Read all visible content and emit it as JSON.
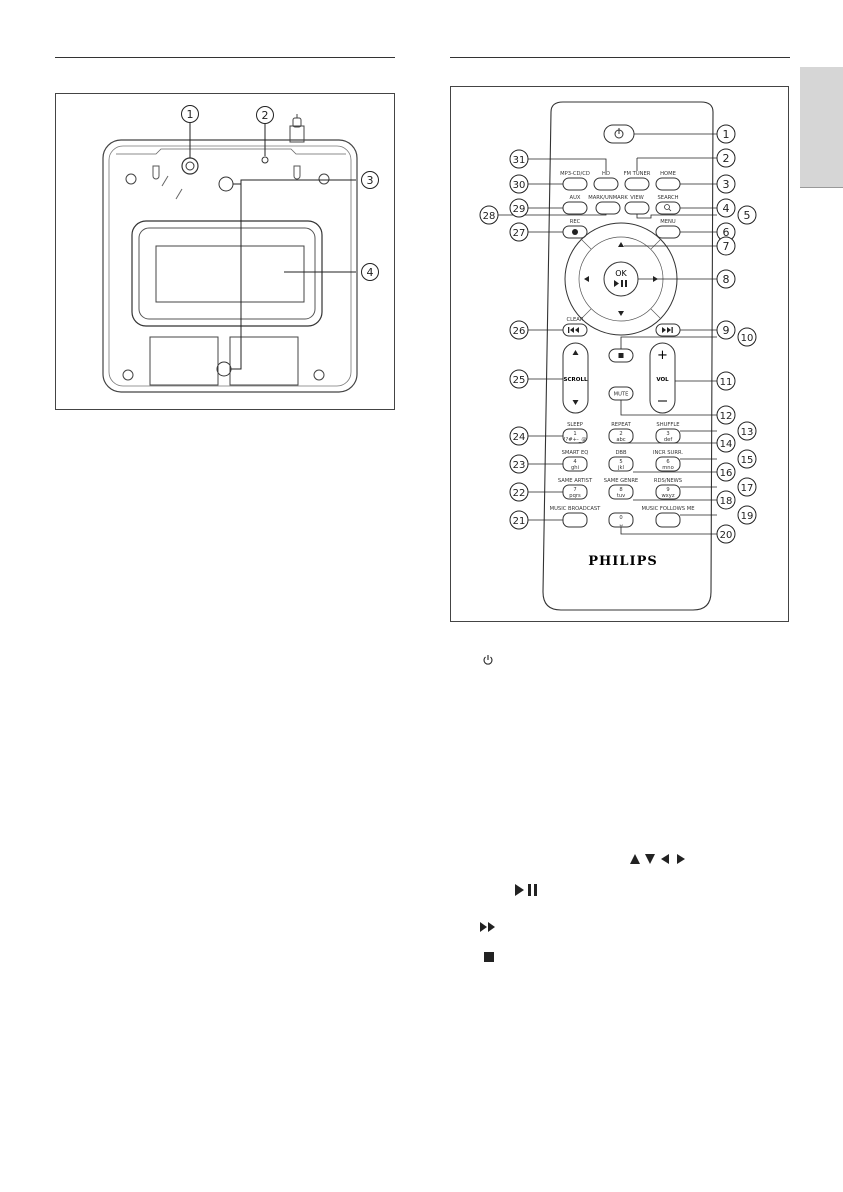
{
  "brand": "PHILIPS",
  "unit_callouts": [
    "1",
    "2",
    "3",
    "4"
  ],
  "remote_callouts": [
    "1",
    "2",
    "3",
    "4",
    "5",
    "6",
    "7",
    "8",
    "9",
    "10",
    "11",
    "12",
    "13",
    "14",
    "15",
    "16",
    "17",
    "18",
    "19",
    "20",
    "21",
    "22",
    "23",
    "24",
    "25",
    "26",
    "27",
    "28",
    "29",
    "30",
    "31"
  ],
  "remote": {
    "mp3_cd": "MP3-CD/CD",
    "hd": "HD",
    "fm_tuner": "FM TUNER",
    "home": "HOME",
    "aux": "AUX",
    "mark_unmark": "MARK/UNMARK",
    "view": "VIEW",
    "search": "SEARCH",
    "rec": "REC",
    "menu": "MENU",
    "ok": "OK",
    "clear": "CLEAR",
    "scroll": "SCROLL",
    "vol": "VOL",
    "mute": "MUTE",
    "sleep": "SLEEP",
    "repeat": "REPEAT",
    "shuffle": "SHUFFLE",
    "smart_eq": "SMART EQ",
    "dbb": "DBB",
    "incr_surr": "INCR SURR.",
    "same_artist": "SAME ARTIST",
    "same_genre": "SAME GENRE",
    "rds_news": "RDS/NEWS",
    "music_broadcast": "MUSIC BROADCAST",
    "music_follows_me": "MUSIC FOLLOWS ME",
    "keys": {
      "k1": "1",
      "k1s": "!?#+-_@",
      "k2": "2",
      "k2s": "abc",
      "k3": "3",
      "k3s": "def",
      "k4": "4",
      "k4s": "ghi",
      "k5": "5",
      "k5s": "jkl",
      "k6": "6",
      "k6s": "mno",
      "k7": "7",
      "k7s": "pqrs",
      "k8": "8",
      "k8s": "tuv",
      "k9": "9",
      "k9s": "wxyz",
      "k0": "0",
      "k0s": "␣"
    }
  },
  "colors": {
    "tab": "#d6d6d6",
    "line": "#333333"
  }
}
